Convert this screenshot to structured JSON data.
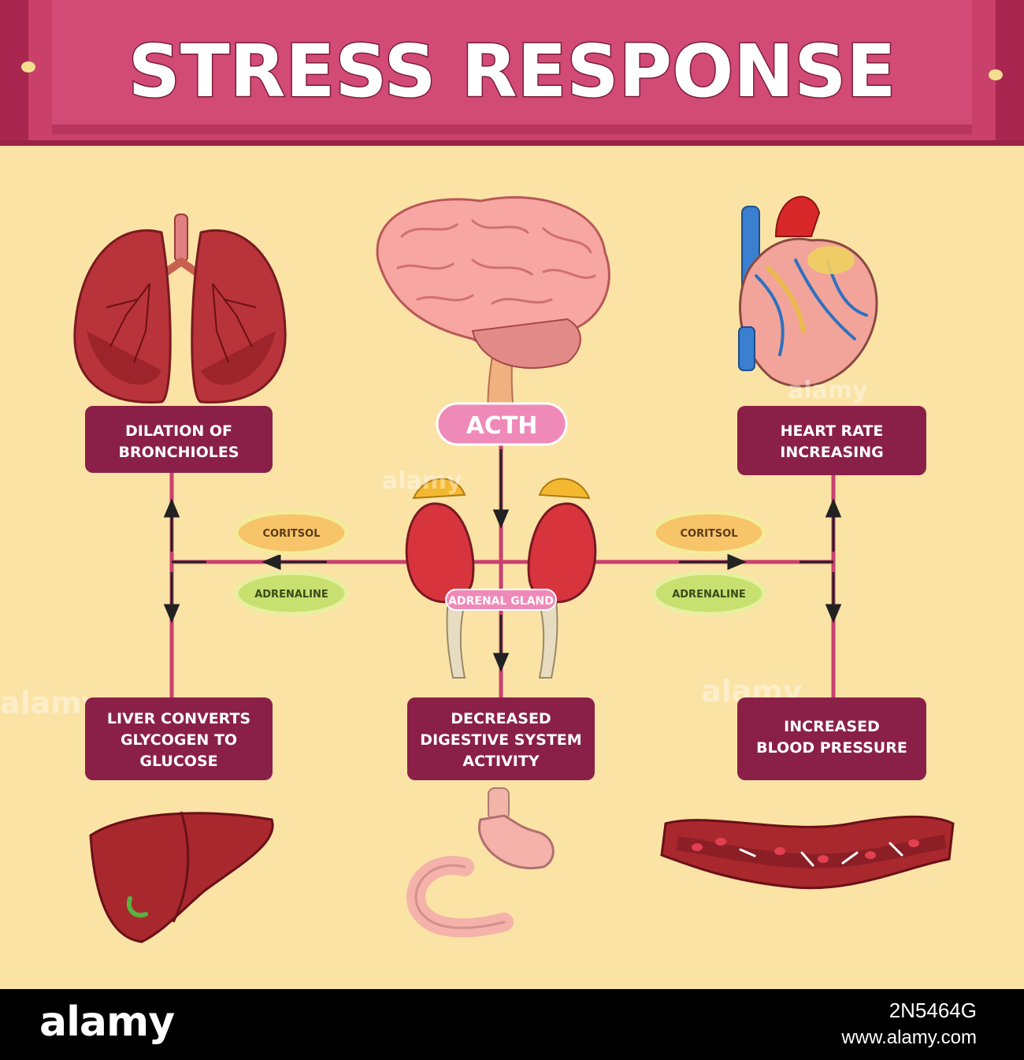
{
  "title": "STRESS RESPONSE",
  "labels": {
    "acth": "ACTH",
    "adrenal_gland": "ADRENAL GLAND",
    "cortisol_left": "CORITSOL",
    "adrenaline_left": "ADRENALINE",
    "cortisol_right": "CORITSOL",
    "adrenaline_right": "ADRENALINE"
  },
  "boxes": {
    "bronchioles": [
      "DILATION OF",
      "BRONCHIOLES"
    ],
    "heart_rate": [
      "HEART RATE",
      "INCREASING"
    ],
    "liver": [
      "LIVER CONVERTS",
      "GLYCOGEN TO",
      "GLUCOSE"
    ],
    "digestive": [
      "DECREASED",
      "DIGESTIVE SYSTEM",
      "ACTIVITY"
    ],
    "blood_pressure": [
      "INCREASED",
      "BLOOD PRESSURE"
    ]
  },
  "watermark": "alamy",
  "footer": {
    "brand": "alamy",
    "stock_id": "2N5464G",
    "url": "www.alamy.com"
  },
  "colors": {
    "background": "#fbe3a6",
    "banner": "#c9406b",
    "box": "#8a2047",
    "connector": "#c94070",
    "acth": "#ef8ab8",
    "cortisol": "#f7c46a",
    "adrenaline": "#c8e070"
  }
}
